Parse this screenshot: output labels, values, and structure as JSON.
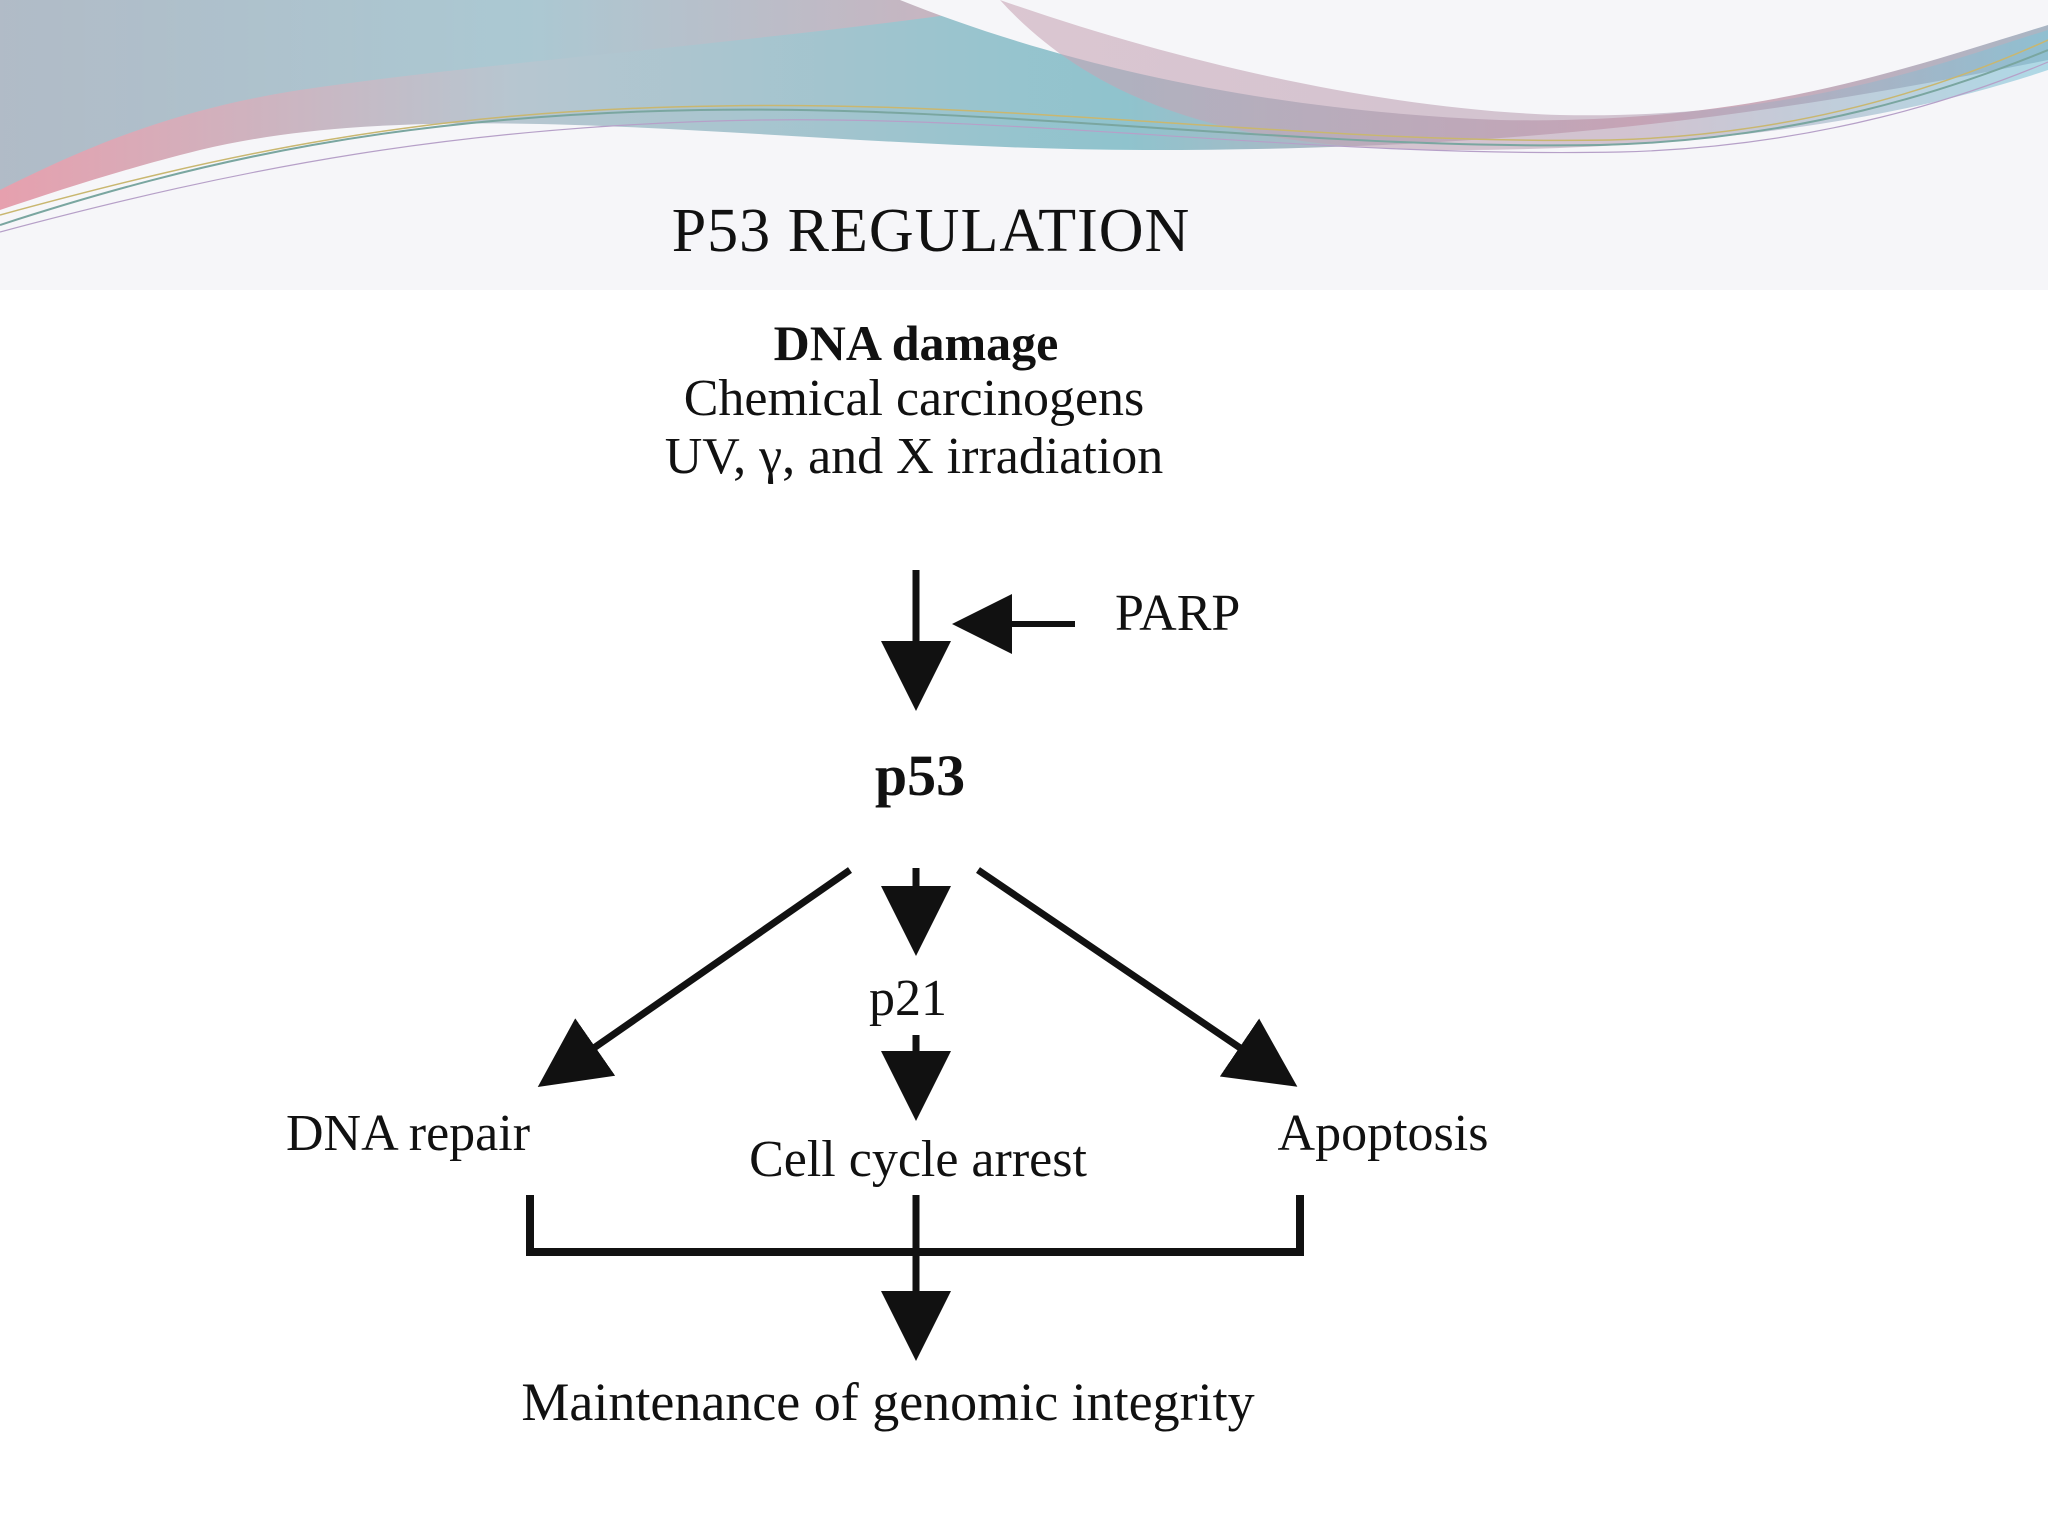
{
  "slide": {
    "title": "P53 REGULATION"
  },
  "diagram": {
    "source": {
      "heading": "DNA damage",
      "line1": "Chemical carcinogens",
      "line2": "UV, γ, and X irradiation"
    },
    "modulator": "PARP",
    "hub": "p53",
    "mediator": "p21",
    "outcomes": {
      "left": "DNA repair",
      "center": "Cell cycle arrest",
      "right": "Apoptosis"
    },
    "result": "Maintenance of genomic integrity"
  },
  "colors": {
    "ink": "#111111",
    "banner_pink": "#e6a7b4",
    "banner_teal": "#8fc6cf",
    "background": "#ffffff"
  }
}
